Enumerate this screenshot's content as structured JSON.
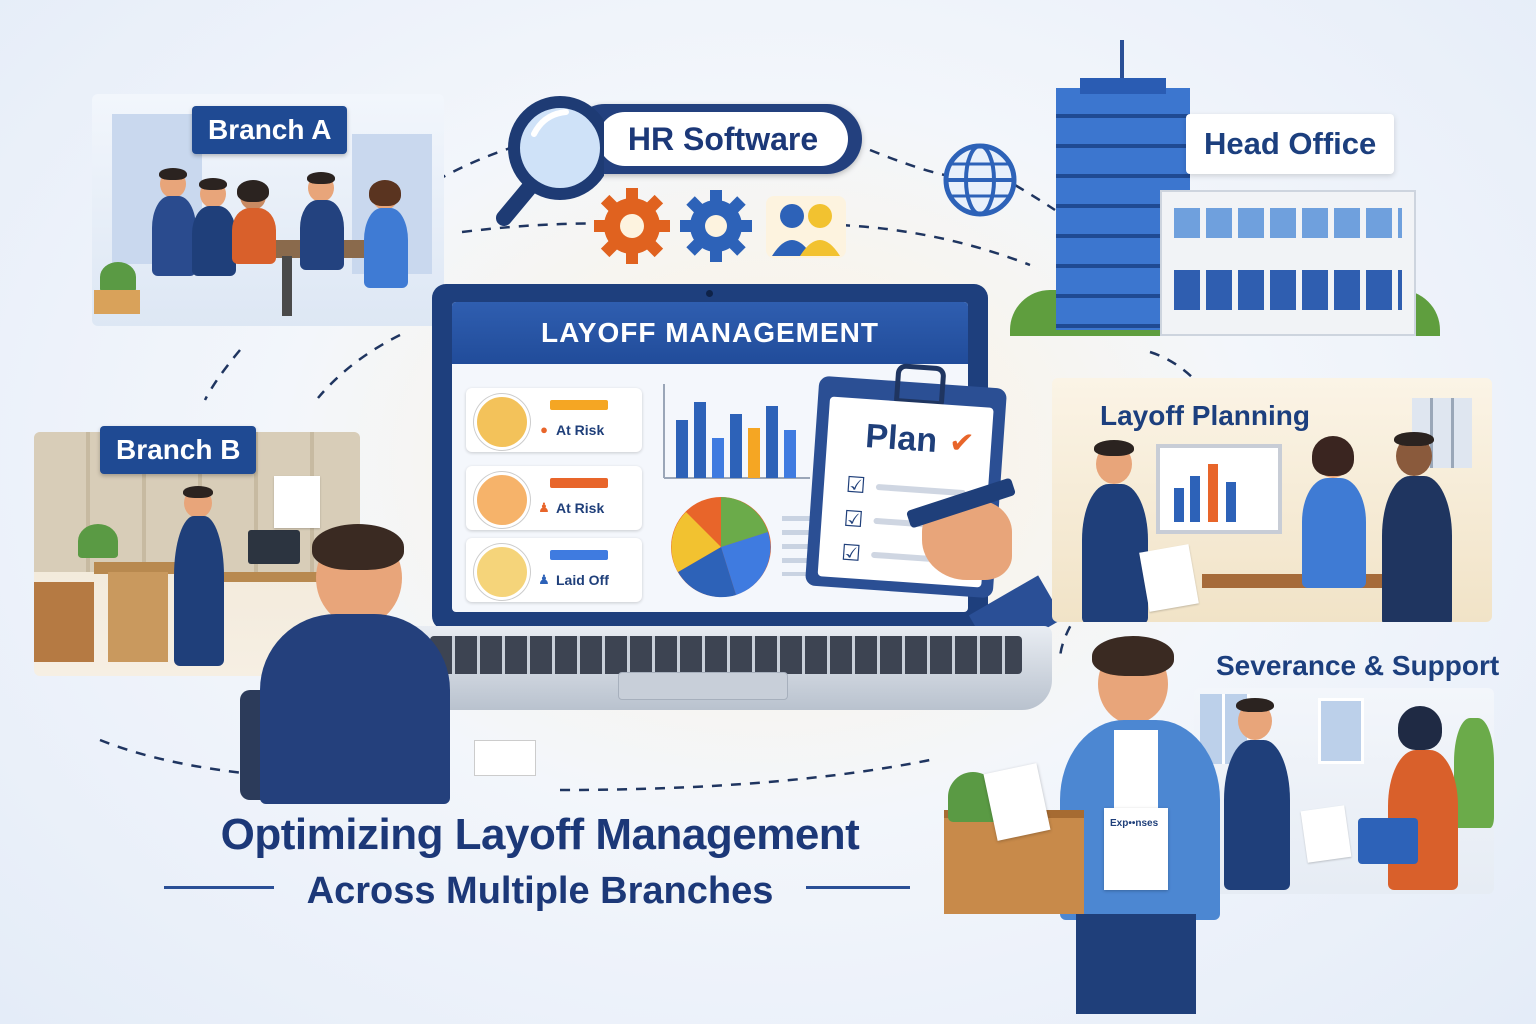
{
  "labels": {
    "branch_a": "Branch A",
    "branch_b": "Branch B",
    "hr_software": "HR Software",
    "head_office": "Head Office",
    "layoff_planning": "Layoff Planning",
    "severance_support": "Severance & Support"
  },
  "screen": {
    "header": "LAYOFF MANAGEMENT",
    "employees": [
      {
        "status": "At Risk",
        "tag_color": "#f5a623",
        "status_icon": "warning-dot-icon"
      },
      {
        "status": "At Risk",
        "tag_color": "#e8652a",
        "status_icon": "person-icon"
      },
      {
        "status": "Laid Off",
        "tag_color": "#3f7be0",
        "status_icon": "person-icon"
      }
    ]
  },
  "clipboard": {
    "title": "Plan"
  },
  "document_label": "Exp••nses",
  "title": {
    "main": "Optimizing Layoff Management",
    "sub": "Across Multiple Branches"
  },
  "colors": {
    "navy": "#1f4a93",
    "orange": "#e8652a",
    "yellow": "#f2c230",
    "green": "#6bab4a"
  }
}
